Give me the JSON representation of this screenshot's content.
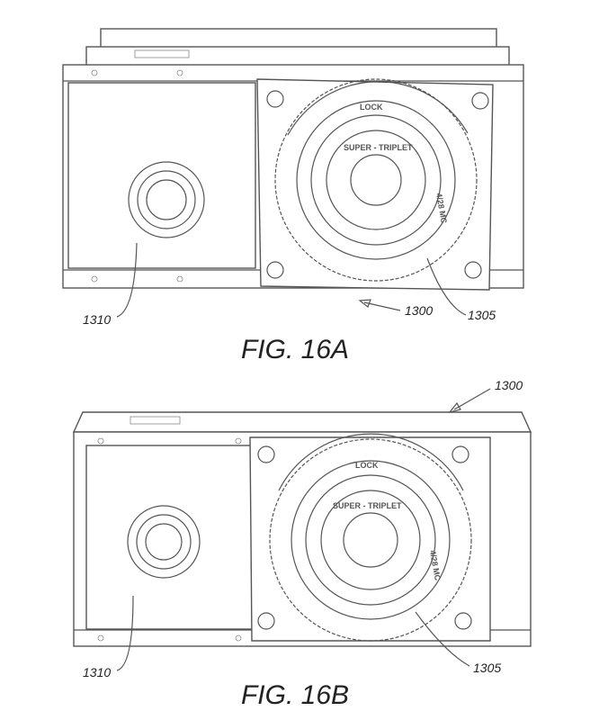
{
  "figures": [
    {
      "caption": "FIG. 16A",
      "refs": {
        "device": "1300",
        "lens": "1305",
        "panel": "1310"
      },
      "lens_text": {
        "lock": "LOCK",
        "name": "SUPER - TRIPLET",
        "spec": "4/28 MC"
      }
    },
    {
      "caption": "FIG. 16B",
      "refs": {
        "device": "1300",
        "lens": "1305",
        "panel": "1310"
      },
      "lens_text": {
        "lock": "LOCK",
        "name": "SUPER - TRIPLET",
        "spec": "4/28 MC"
      }
    }
  ],
  "colors": {
    "line": "#555555",
    "background": "#ffffff"
  }
}
